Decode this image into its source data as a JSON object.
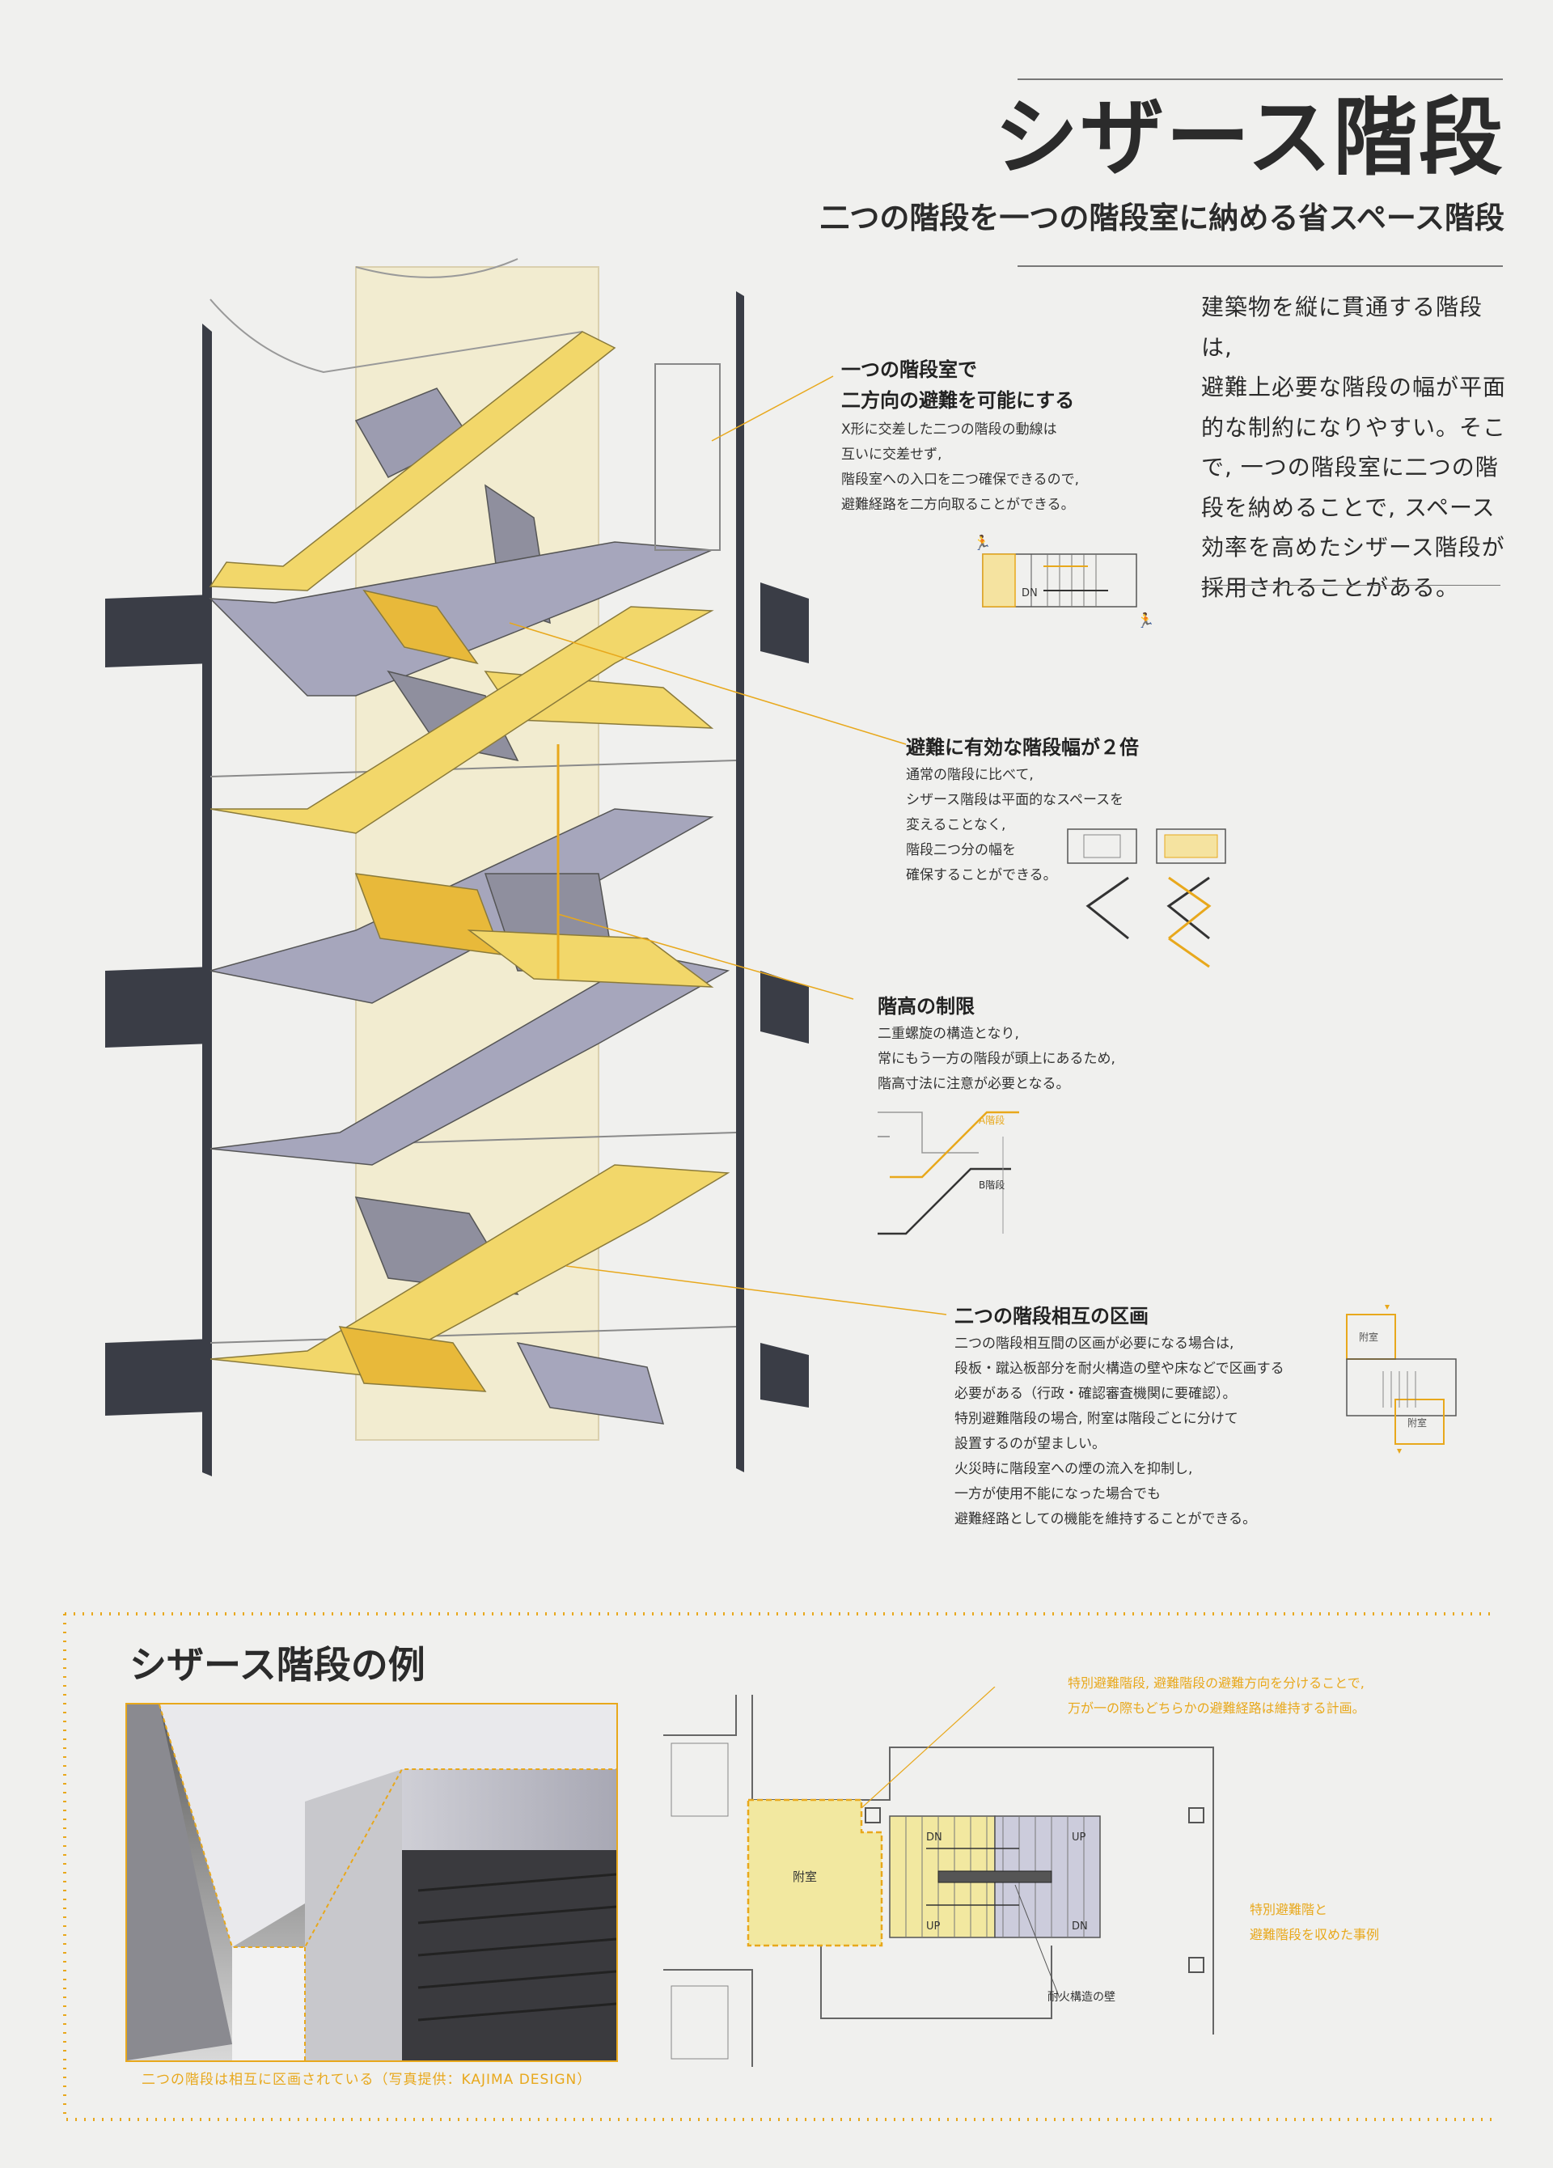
{
  "title": "シザース階段",
  "subtitle": "二つの階段を一つの階段室に納める省スペース階段",
  "intro": [
    "建築物を縦に貫通する階段は,",
    "避難上必要な階段の幅が平面",
    "的な制約になりやすい。そこ",
    "で, 一つの階段室に二つの階",
    "段を納めることで, スペース",
    "効率を高めたシザース階段が",
    "採用されることがある。"
  ],
  "features": [
    {
      "heading": [
        "一つの階段室で",
        "二方向の避難を可能にする"
      ],
      "lines": [
        "X形に交差した二つの階段の動線は",
        "互いに交差せず,",
        "階段室への入口を二つ確保できるので,",
        "避難経路を二方向取ることができる。"
      ]
    },
    {
      "heading": [
        "避難に有効な階段幅が２倍"
      ],
      "lines": [
        "通常の階段に比べて,",
        "シザース階段は平面的なスペースを",
        "変えることなく,",
        "階段二つ分の幅を",
        "確保することができる。"
      ]
    },
    {
      "heading": [
        "階高の制限"
      ],
      "lines": [
        "二重螺旋の構造となり,",
        "常にもう一方の階段が頭上にあるため,",
        "階高寸法に注意が必要となる。"
      ]
    },
    {
      "heading": [
        "二つの階段相互の区画"
      ],
      "lines": [
        "二つの階段相互間の区画が必要になる場合は,",
        "段板・蹴込板部分を耐火構造の壁や床などで区画する",
        "必要がある（行政・確認審査機関に要確認）。",
        "特別避難階段の場合, 附室は階段ごとに分けて",
        "設置するのが望ましい。",
        "火災時に階段室への煙の流入を抑制し,",
        "一方が使用不能になった場合でも",
        "避難経路としての機能を維持することができる。"
      ]
    }
  ],
  "diagram_labels": {
    "dn": "DN",
    "a_stair": "A階段",
    "b_stair": "B階段",
    "annex": "附室"
  },
  "example": {
    "title": "シザース階段の例",
    "photo_caption": "二つの階段は相互に区画されている（写真提供：KAJIMA DESIGN）",
    "plan_note": [
      "特別避難階段, 避難階段の避難方向を分けることで,",
      "万が一の際もどちらかの避難経路は維持する計画。"
    ],
    "plan_side_note": [
      "特別避難階と",
      "避難階段を収めた事例"
    ],
    "annex": "附室",
    "dn": "DN",
    "up": "UP",
    "wall": "耐火構造の壁"
  },
  "colors": {
    "accent": "#e8a81c",
    "stairA": "#f2d76a",
    "stairB": "#9c9cb0",
    "dark": "#3a3d46"
  }
}
